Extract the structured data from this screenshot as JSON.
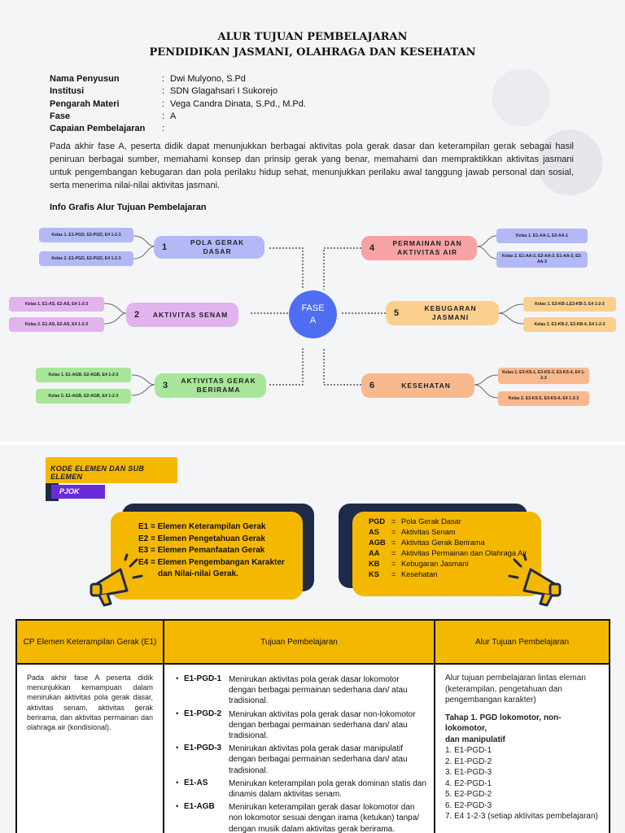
{
  "title": {
    "line1": "ALUR TUJUAN PEMBELAJARAN",
    "line2": "PENDIDIKAN JASMANI, OLAHRAGA DAN KESEHATAN"
  },
  "meta": [
    {
      "key": "Nama Penyusun",
      "value": "Dwi Mulyono, S.Pd"
    },
    {
      "key": "Institusi",
      "value": "SDN Glagahsari I Sukorejo"
    },
    {
      "key": "Pengarah Materi",
      "value": "Vega Candra Dinata, S.Pd., M.Pd."
    },
    {
      "key": "Fase",
      "value": "A"
    },
    {
      "key": "Capaian Pembelajaran",
      "value": ""
    }
  ],
  "colon": ":",
  "paragraph": "Pada akhir fase A, peserta didik dapat menunjukkan berbagai aktivitas pola gerak dasar dan keterampilan gerak sebagai hasil peniruan berbagai sumber, memahami konsep dan prinsip gerak yang benar, memahami dan mempraktikkan aktivitas jasmani untuk pengembangan kebugaran dan pola perilaku hidup sehat, menunjukkan perilaku awal tanggung jawab personal dan sosial, serta menerima nilai-nilai aktivitas jasmani.",
  "info_title": "Info Grafis Alur Tujuan Pembelajaran",
  "fase": {
    "line1": "FASE",
    "line2": "A"
  },
  "nodes": [
    {
      "num": "1",
      "label": "POLA GERAK DASAR",
      "tag1": "Kelas 1. E1-PGD, E2-PGD, E4 1-2-3",
      "tag2": "Kelas 2. E1-PGD, E2-PGD, E4 1-2-3"
    },
    {
      "num": "2",
      "label": "AKTIVITAS SENAM",
      "tag1": "Kelas 1. E1-AS, E2-AS, E4 1-2-3",
      "tag2": "Kelas 2. E1-AS, E2-AS, E4 1-2-3"
    },
    {
      "num": "3",
      "label": "AKTIVITAS GERAK BERIRAMA",
      "tag1": "Kelas 1. E1-AGB, E2-AGB, E4 1-2-3",
      "tag2": "Kelas 2. E1-AGB, E2-AGB, E4 1-2-3"
    },
    {
      "num": "4",
      "label": "PERMAINAN DAN AKTIVITAS AIR",
      "tag1": "Kelas 1. E1-AA-1, E2-AA-1",
      "tag2": "Kelas 2. E1-AA-2, E2-AA-2, E1-AA-3, E2-AA-3"
    },
    {
      "num": "5",
      "label": "KEBUGARAN JASMANI",
      "tag1": "Kelas 1. E3-KB-1,E3-KB-3, E4 1-2-3",
      "tag2": "Kelas 2. E3-KB-2, E3-KB-4, E4 1-2-3"
    },
    {
      "num": "6",
      "label": "KESEHATAN",
      "tag1": "Kelas 1. E3-KS-1, E3-KS-2, E3-KS-4, E4 1-2-3",
      "tag2": "Kelas 2. E3-KS-5, E3-KS-6, E4 1-2-3"
    }
  ],
  "banner": {
    "title": "KODE ELEMEN DAN SUB ELEMEN",
    "sub": "PJOK"
  },
  "elements": [
    "E1 = Elemen Keterampilan Gerak",
    "E2 = Elemen Pengetahuan Gerak",
    "E3 = Elemen Pemanfaatan Gerak",
    "E4 = Elemen Pengembangan Karakter",
    "dan Nilai-nilai Gerak."
  ],
  "codes": [
    {
      "abbr": "PGD",
      "eq": "=",
      "desc": "Pola Gerak Dasar"
    },
    {
      "abbr": "AS",
      "eq": "=",
      "desc": "Aktivitas Senam"
    },
    {
      "abbr": "AGB",
      "eq": "=",
      "desc": "Aktivitas Gerak Berirama"
    },
    {
      "abbr": "AA",
      "eq": "=",
      "desc": "Aktivitas Permainan dan Olahraga Air"
    },
    {
      "abbr": "KB",
      "eq": "=",
      "desc": "Kebugaran Jasmani"
    },
    {
      "abbr": "KS",
      "eq": "=",
      "desc": "Kesehatan"
    }
  ],
  "table": {
    "headers": [
      "CP Elemen Keterampilan Gerak (E1)",
      "Tujuan Pembelajaran",
      "Alur Tujuan Pembelajaran"
    ],
    "cp_text": "Pada akhir fase A peserta didik menunjukkan kemampuan dalam menirukan aktivitas pola gerak dasar, aktivitas senam, aktivitas gerak berirama, dan aktivitas permainan dan olahraga air (kondisional).",
    "tujuan": [
      {
        "code": "E1-PGD-1",
        "desc": "Menirukan aktivitas pola gerak dasar  lokomotor dengan berbagai permainan sederhana dan/ atau tradisional."
      },
      {
        "code": "E1-PGD-2",
        "desc": "Menirukan aktivitas pola gerak dasar  non-lokomotor dengan berbagai permainan sederhana dan/ atau tradisional."
      },
      {
        "code": "E1-PGD-3",
        "desc": "Menirukan aktivitas pola gerak dasar  manipulatif dengan berbagai permainan sederhana dan/ atau tradisional."
      },
      {
        "code": "E1-AS",
        "desc": "Menirukan keterampilan pola gerak dominan statis dan dinamis dalam aktivitas senam."
      },
      {
        "code": "E1-AGB",
        "desc": "Menirukan keterampilan gerak dasar lokomotor dan non lokomotor sesuai dengan irama (ketukan) tanpa/ dengan musik dalam aktivitas gerak berirama."
      }
    ],
    "alur_intro": "Alur tujuan pembelajaran lintas eleman (keterampilan, pengetahuan dan pengembangan karakter)",
    "tahap_title": "Tahap 1. PGD lokomotor, non-lokomotor,",
    "tahap_title2": "dan manipulatif",
    "tahap_items": [
      "1. E1-PGD-1",
      "2. E1-PGD-2",
      "3. E1-PGD-3",
      "4. E2-PGD-1",
      "5. E2-PGD-2",
      "6. E2-PGD-3",
      "7. E4 1-2-3 (setiap aktivitas pembelajaran)"
    ]
  },
  "colors": {
    "accent": "#f5b800",
    "navy": "#1e2a4a",
    "fase": "#4f6df0",
    "node1": "#b3b9f7",
    "node2": "#e2b3ef",
    "node3": "#a8e69a",
    "node4": "#f7a3a3",
    "node5": "#fbd08f",
    "node6": "#f8b98f"
  }
}
